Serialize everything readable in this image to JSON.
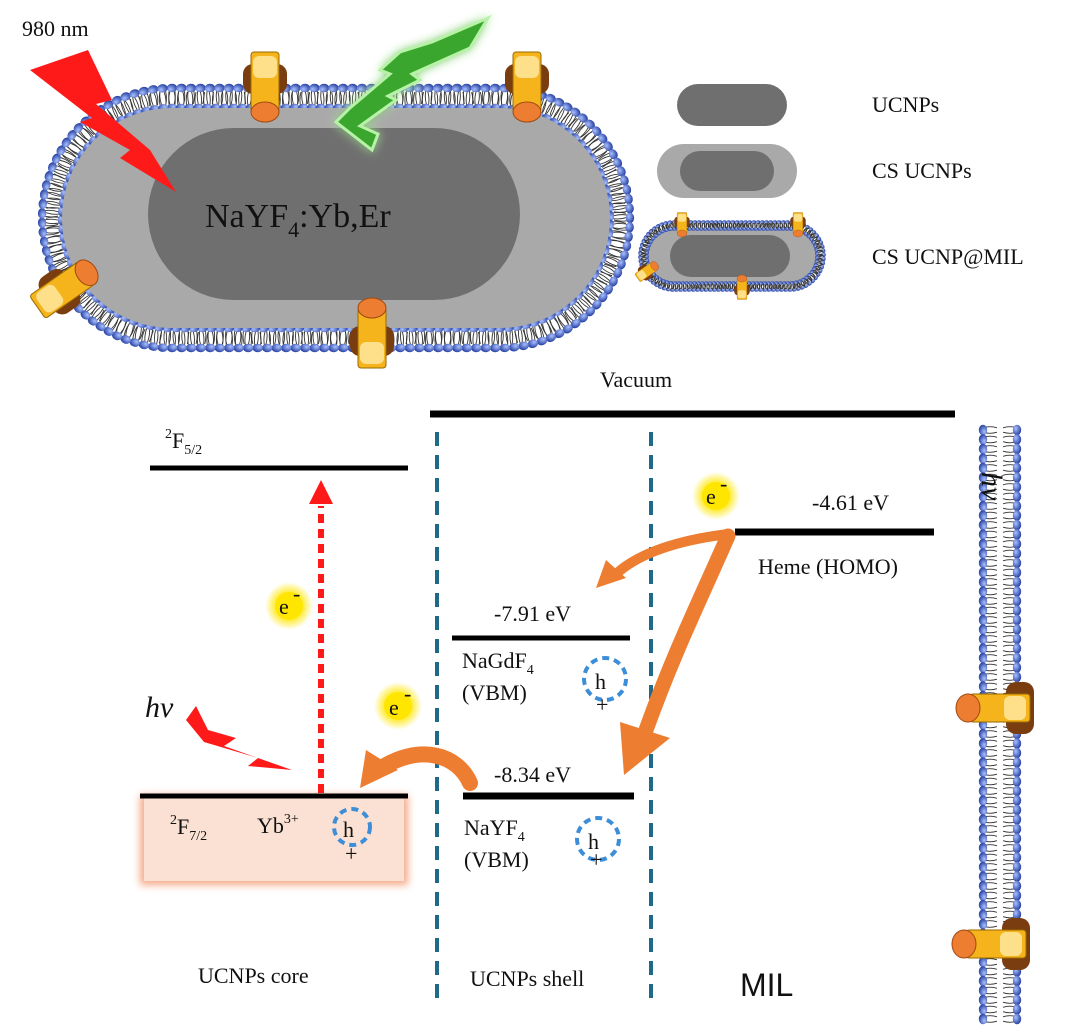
{
  "legend": {
    "ucnps": "UCNPs",
    "cs_ucnps": "CS UCNPs",
    "cs_ucnp_mil": "CS UCNP@MIL"
  },
  "particle": {
    "excitation_label": "980 nm",
    "core_formula_main": "NaYF",
    "core_formula_sub": "4",
    "core_formula_rest": ":Yb,Er"
  },
  "energy": {
    "vacuum_label": "Vacuum",
    "f52_sup": "2",
    "f52_main": "F",
    "f52_sub": "5/2",
    "f72_sup": "2",
    "f72_main": "F",
    "f72_sub": "7/2",
    "yb_main": "Yb",
    "yb_sup": "3+",
    "heme_value": "-4.61  eV",
    "heme_label": "Heme (HOMO)",
    "nagdf4_value": "-7.91  eV",
    "nagdf4_main": "NaGdF",
    "nagdf4_sub": "4",
    "nagdf4_vbm": "(VBM)",
    "nayf4_value": "-8.34  eV",
    "nayf4_main": "NaYF",
    "nayf4_sub": "4",
    "nayf4_vbm": "(VBM)",
    "electron_symbol": "e",
    "electron_charge": "-",
    "hole_symbol": "h",
    "hole_charge": "+",
    "photon_label": "hv",
    "photon_label_rotated": "hv"
  },
  "regions": {
    "core": "UCNPs core",
    "shell": "UCNPs shell",
    "mil": "MIL"
  },
  "colors": {
    "core_dark": "#6f6f6f",
    "shell_gray": "#a9a9a9",
    "lipid_blue": "#3b5bbf",
    "arrow_orange": "#ed7d31",
    "dashed_line": "#1f6a8a",
    "red_lightning": "#ff1a1a",
    "green_lightning": "#3aa62e",
    "protein_orange": "#f5b31c",
    "protein_brown": "#7a3d10",
    "core_box_fill": "#fbe1d3",
    "electron_yellow": "#ffe600",
    "hole_dash": "#3d8ed8"
  }
}
